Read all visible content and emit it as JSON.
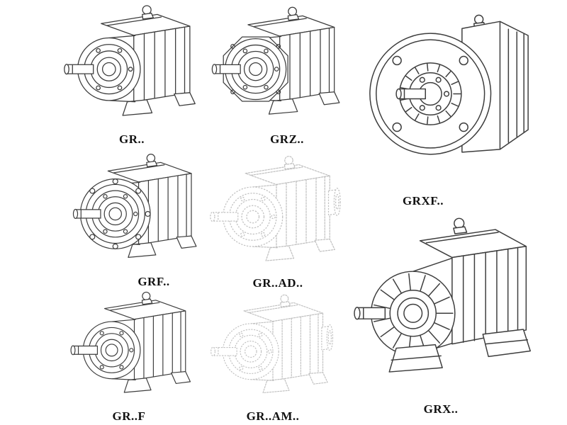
{
  "page": {
    "background": "#ffffff",
    "description": "Gear reducer series catalog line drawings"
  },
  "colors": {
    "line": "#3d3d3d",
    "ghost_line": "#c0c0c0",
    "label_text": "#111111"
  },
  "figures": [
    {
      "label": "GR..",
      "name": "gr",
      "variant": "inline-foot-mounted",
      "ghost": false
    },
    {
      "label": "GRZ..",
      "name": "grz",
      "variant": "inline-octagon-face",
      "ghost": false
    },
    {
      "label": "GRXF..",
      "name": "grxf",
      "variant": "large-front-flange-mounted",
      "ghost": false
    },
    {
      "label": "GRF..",
      "name": "grf",
      "variant": "round-flange-mounted",
      "ghost": false
    },
    {
      "label": "GR..AD..",
      "name": "gr-ad",
      "variant": "inline-with-input-adapter",
      "ghost": true
    },
    {
      "label": "GR..F",
      "name": "gr-f",
      "variant": "inline-foot-mounted",
      "ghost": false
    },
    {
      "label": "GR..AM..",
      "name": "gr-am",
      "variant": "inline-with-motor-flange",
      "ghost": true
    },
    {
      "label": "GRX..",
      "name": "grx",
      "variant": "large-foot-mounted",
      "ghost": false
    }
  ]
}
